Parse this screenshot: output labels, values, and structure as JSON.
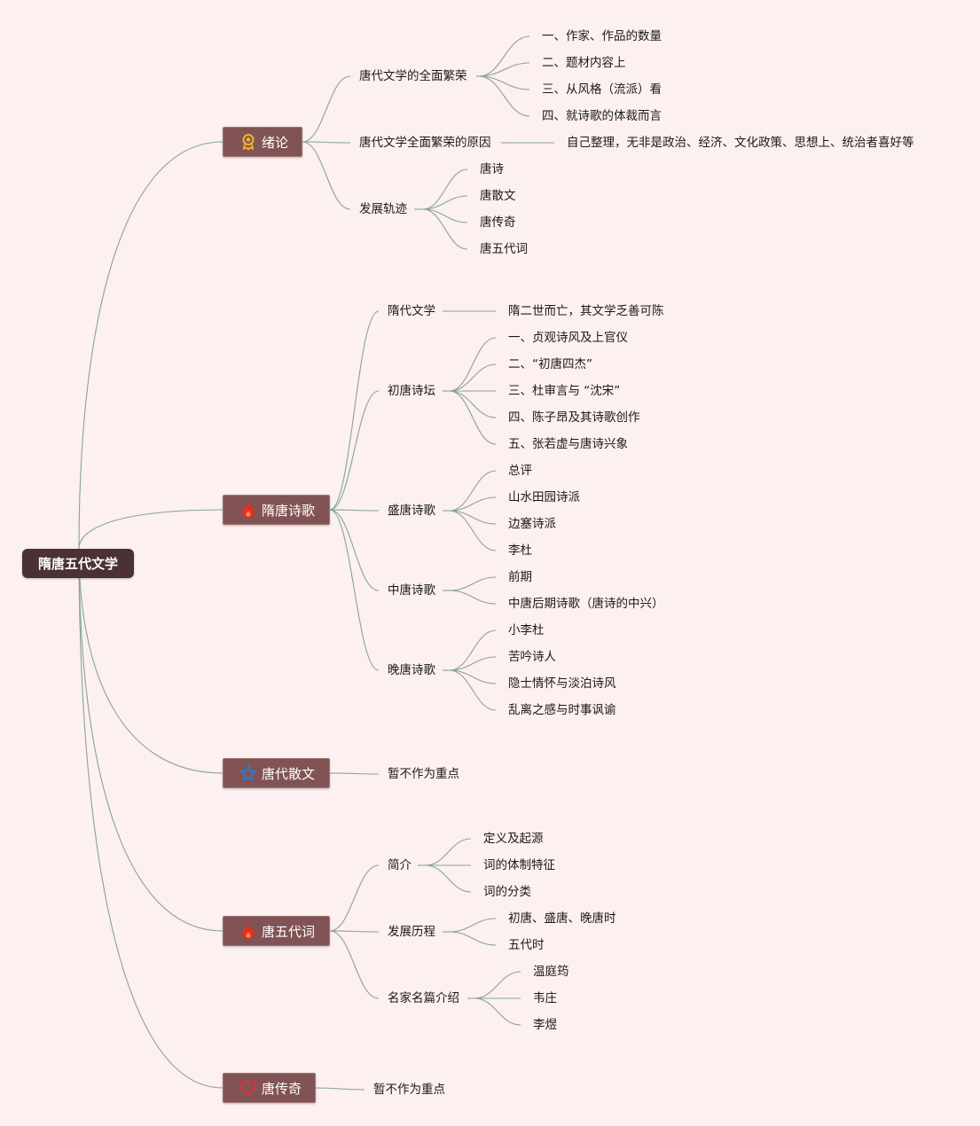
{
  "colors": {
    "background": "#fdf0f0",
    "root_fill": "#4a3133",
    "branch_fill": "#815354",
    "link": "#86a39a"
  },
  "mindmap": {
    "root": "隋唐五代文学",
    "branches": [
      {
        "label": "绪论",
        "icon": "award-ribbon-icon",
        "children": [
          {
            "label": "唐代文学的全面繁荣",
            "children": [
              "一、作家、作品的数量",
              "二、题材内容上",
              "三、从风格（流派）看",
              "四、就诗歌的体裁而言"
            ]
          },
          {
            "label": "唐代文学全面繁荣的原因",
            "children": [
              "自己整理，无非是政治、经济、文化政策、思想上、统治者喜好等"
            ]
          },
          {
            "label": "发展轨迹",
            "children": [
              "唐诗",
              "唐散文",
              "唐传奇",
              "唐五代词"
            ]
          }
        ]
      },
      {
        "label": "隋唐诗歌",
        "icon": "flame-icon",
        "children": [
          {
            "label": "隋代文学",
            "children": [
              "隋二世而亡，其文学乏善可陈"
            ]
          },
          {
            "label": "初唐诗坛",
            "children": [
              "一、贞观诗风及上官仪",
              "二、“初唐四杰”",
              "三、杜审言与 “沈宋”",
              "四、陈子昂及其诗歌创作",
              "五、张若虚与唐诗兴象"
            ]
          },
          {
            "label": "盛唐诗歌",
            "children": [
              "总评",
              "山水田园诗派",
              "边塞诗派",
              "李杜"
            ]
          },
          {
            "label": "中唐诗歌",
            "children": [
              "前期",
              "中唐后期诗歌（唐诗的中兴）"
            ]
          },
          {
            "label": "晚唐诗歌",
            "children": [
              "小李杜",
              "苦吟诗人",
              "隐士情怀与淡泊诗风",
              "乱离之感与时事讽谕"
            ]
          }
        ]
      },
      {
        "label": "唐代散文",
        "icon": "star-icon",
        "children": [
          {
            "label": "暂不作为重点",
            "children": []
          }
        ]
      },
      {
        "label": "唐五代词",
        "icon": "flame-icon",
        "children": [
          {
            "label": "简介",
            "children": [
              "定义及起源",
              "词的体制特征",
              "词的分类"
            ]
          },
          {
            "label": "发展历程",
            "children": [
              "初唐、盛唐、晚唐时",
              "五代时"
            ]
          },
          {
            "label": "名家名篇介绍",
            "children": [
              "温庭筠",
              "韦庄",
              "李煜"
            ]
          }
        ]
      },
      {
        "label": "唐传奇",
        "icon": "heart-icon",
        "children": [
          {
            "label": "暂不作为重点",
            "children": []
          }
        ]
      }
    ]
  }
}
